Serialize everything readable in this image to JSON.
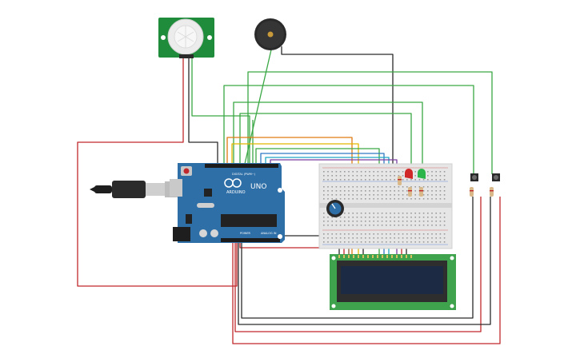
{
  "pir_sensor": {
    "labels": [
      "",
      ""
    ]
  },
  "arduino": {
    "brand": "ARDUINO",
    "model": "UNO",
    "digital_label": "DIGITAL (PWM~)",
    "power_label": "POWER",
    "analog_label": "ANALOG IN",
    "colors": {
      "board": "#2f6fa7",
      "chip": "#222222"
    }
  },
  "lcd": {
    "colors": {
      "pcb": "#3fa34d",
      "screen": "#1c2a44"
    }
  },
  "wire_colors": {
    "red": "#c0282b",
    "black": "#2a2a2a",
    "green": "#3aa844",
    "yellow": "#e3b800",
    "orange": "#e07a10",
    "blue": "#2f78c4",
    "cyan": "#1fa8c4",
    "purple": "#7a3fa0",
    "brown": "#8a5a2b"
  },
  "leds": [
    {
      "color": "red",
      "hex": "#d02828"
    },
    {
      "color": "green",
      "hex": "#2cb54a"
    }
  ],
  "icons": [
    "pir-sensor-icon",
    "buzzer-icon",
    "usb-cable-icon",
    "potentiometer-icon",
    "pushbutton-icon",
    "resistor-icon",
    "led-icon",
    "lcd-icon",
    "breadboard-icon",
    "arduino-board-icon"
  ]
}
